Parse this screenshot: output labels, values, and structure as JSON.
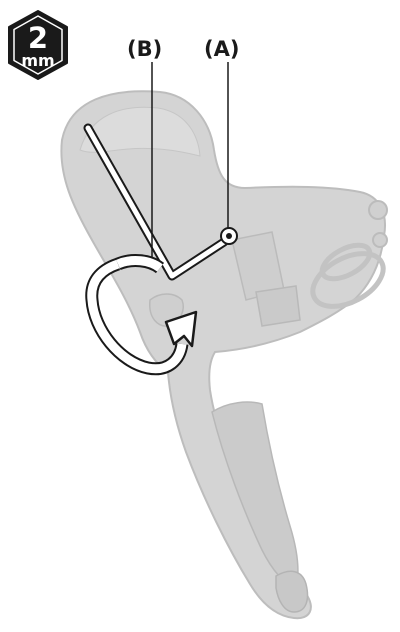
{
  "tool_badge": {
    "size_value": "2",
    "size_unit": "mm",
    "icon": "hexagon-hex-key-size-icon",
    "background_color": "#1a1a1a"
  },
  "callouts": {
    "b_label": "(B)",
    "a_label": "(A)"
  },
  "colors": {
    "lever_fill": "#d4d4d4",
    "lever_outline": "#bdbdbd",
    "line_art": "#1a1a1a"
  },
  "icons": {
    "wrench": "hex-key-icon",
    "rotation": "rotation-arrow-icon",
    "screw": "adjustment-screw-icon"
  }
}
